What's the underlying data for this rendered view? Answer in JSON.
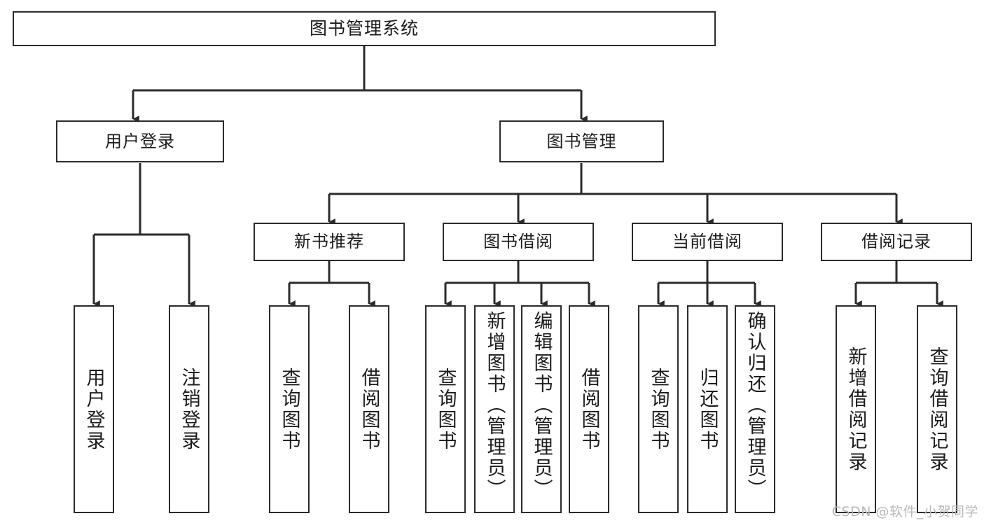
{
  "diagram": {
    "title": "图书管理系统",
    "type": "hierarchy-tree",
    "levels": 4,
    "root": {
      "label": "图书管理系统"
    },
    "level2": [
      {
        "label": "用户登录"
      },
      {
        "label": "图书管理"
      }
    ],
    "level3": [
      {
        "label": "新书推荐"
      },
      {
        "label": "图书借阅"
      },
      {
        "label": "当前借阅"
      },
      {
        "label": "借阅记录"
      }
    ],
    "leaves": {
      "user_login": [
        {
          "label": "用户登录"
        },
        {
          "label": "注销登录"
        }
      ],
      "new_book_recommend": [
        {
          "label": "查询图书"
        },
        {
          "label": "借阅图书"
        }
      ],
      "book_borrow": [
        {
          "label": "查询图书"
        },
        {
          "label": "新增图书（管理员）"
        },
        {
          "label": "编辑图书（管理员）"
        },
        {
          "label": "借阅图书"
        }
      ],
      "current_borrow": [
        {
          "label": "查询图书"
        },
        {
          "label": "归还图书"
        },
        {
          "label": "确认归还（管理员）"
        }
      ],
      "borrow_record": [
        {
          "label": "新增借阅记录"
        },
        {
          "label": "查询借阅记录"
        }
      ]
    }
  },
  "watermark": {
    "text": "CSDN @软件_小贺同学"
  },
  "colors": {
    "stroke": "#2b2b2b",
    "text": "#1c1c1c",
    "background": "#ffffff",
    "watermark": "#b9b9b9"
  }
}
